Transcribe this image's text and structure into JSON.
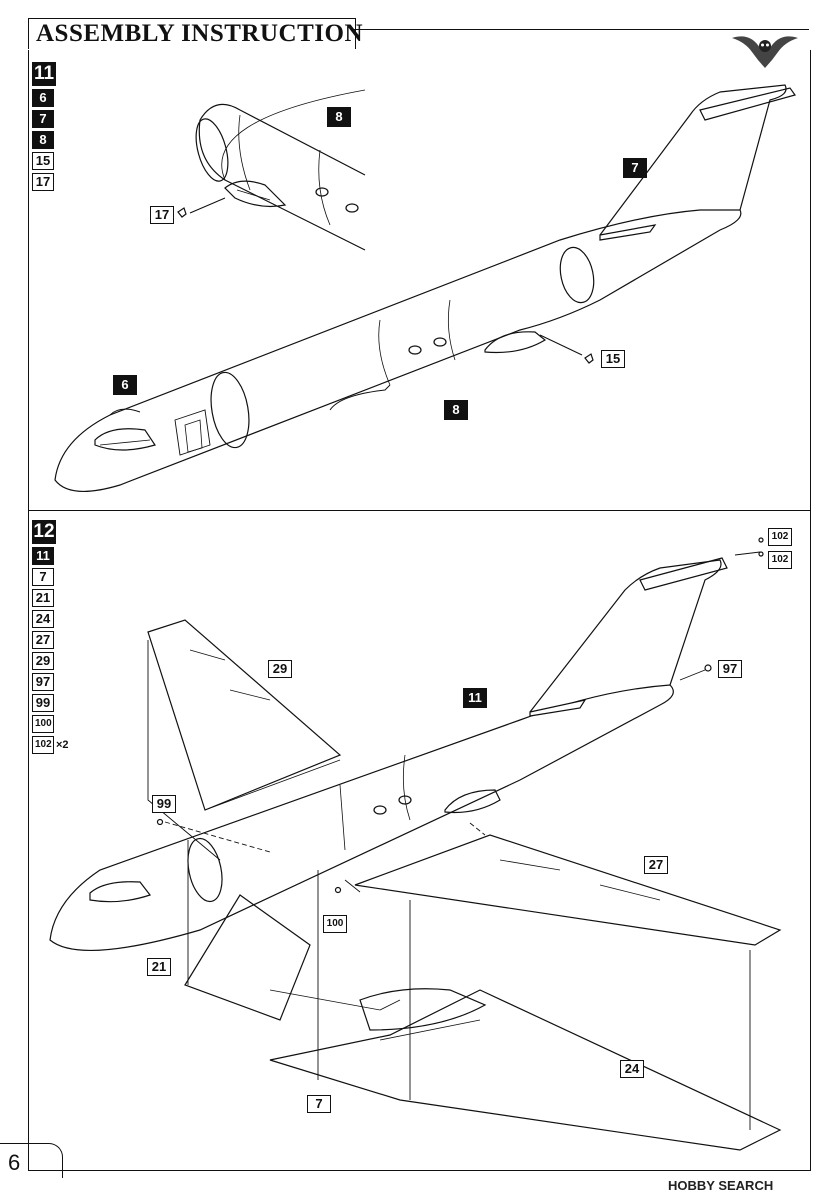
{
  "header": {
    "title": "ASSEMBLY INSTRUCTION"
  },
  "footer": {
    "page_number": "6",
    "watermark": "HOBBY SEARCH"
  },
  "step11": {
    "number": "11",
    "parts": [
      {
        "label": "6",
        "style": "filled"
      },
      {
        "label": "7",
        "style": "filled"
      },
      {
        "label": "8",
        "style": "filled"
      },
      {
        "label": "15",
        "style": "outline"
      },
      {
        "label": "17",
        "style": "outline"
      }
    ],
    "callouts": {
      "detail_8": "8",
      "part_17": "17",
      "part_7": "7",
      "part_6": "6",
      "part_15": "15",
      "part_8": "8"
    }
  },
  "step12": {
    "number": "12",
    "parts": [
      {
        "label": "11",
        "style": "filled"
      },
      {
        "label": "7",
        "style": "outline"
      },
      {
        "label": "21",
        "style": "outline"
      },
      {
        "label": "24",
        "style": "outline"
      },
      {
        "label": "27",
        "style": "outline"
      },
      {
        "label": "29",
        "style": "outline"
      },
      {
        "label": "97",
        "style": "outline"
      },
      {
        "label": "99",
        "style": "outline"
      },
      {
        "label": "100",
        "style": "outline"
      },
      {
        "label": "102",
        "style": "outline",
        "qty": "×2"
      }
    ],
    "callouts": {
      "part_102a": "102",
      "part_102b": "102",
      "part_97": "97",
      "part_29": "29",
      "part_11": "11",
      "part_99": "99",
      "part_27": "27",
      "part_100": "100",
      "part_21": "21",
      "part_24": "24",
      "part_7": "7"
    }
  }
}
